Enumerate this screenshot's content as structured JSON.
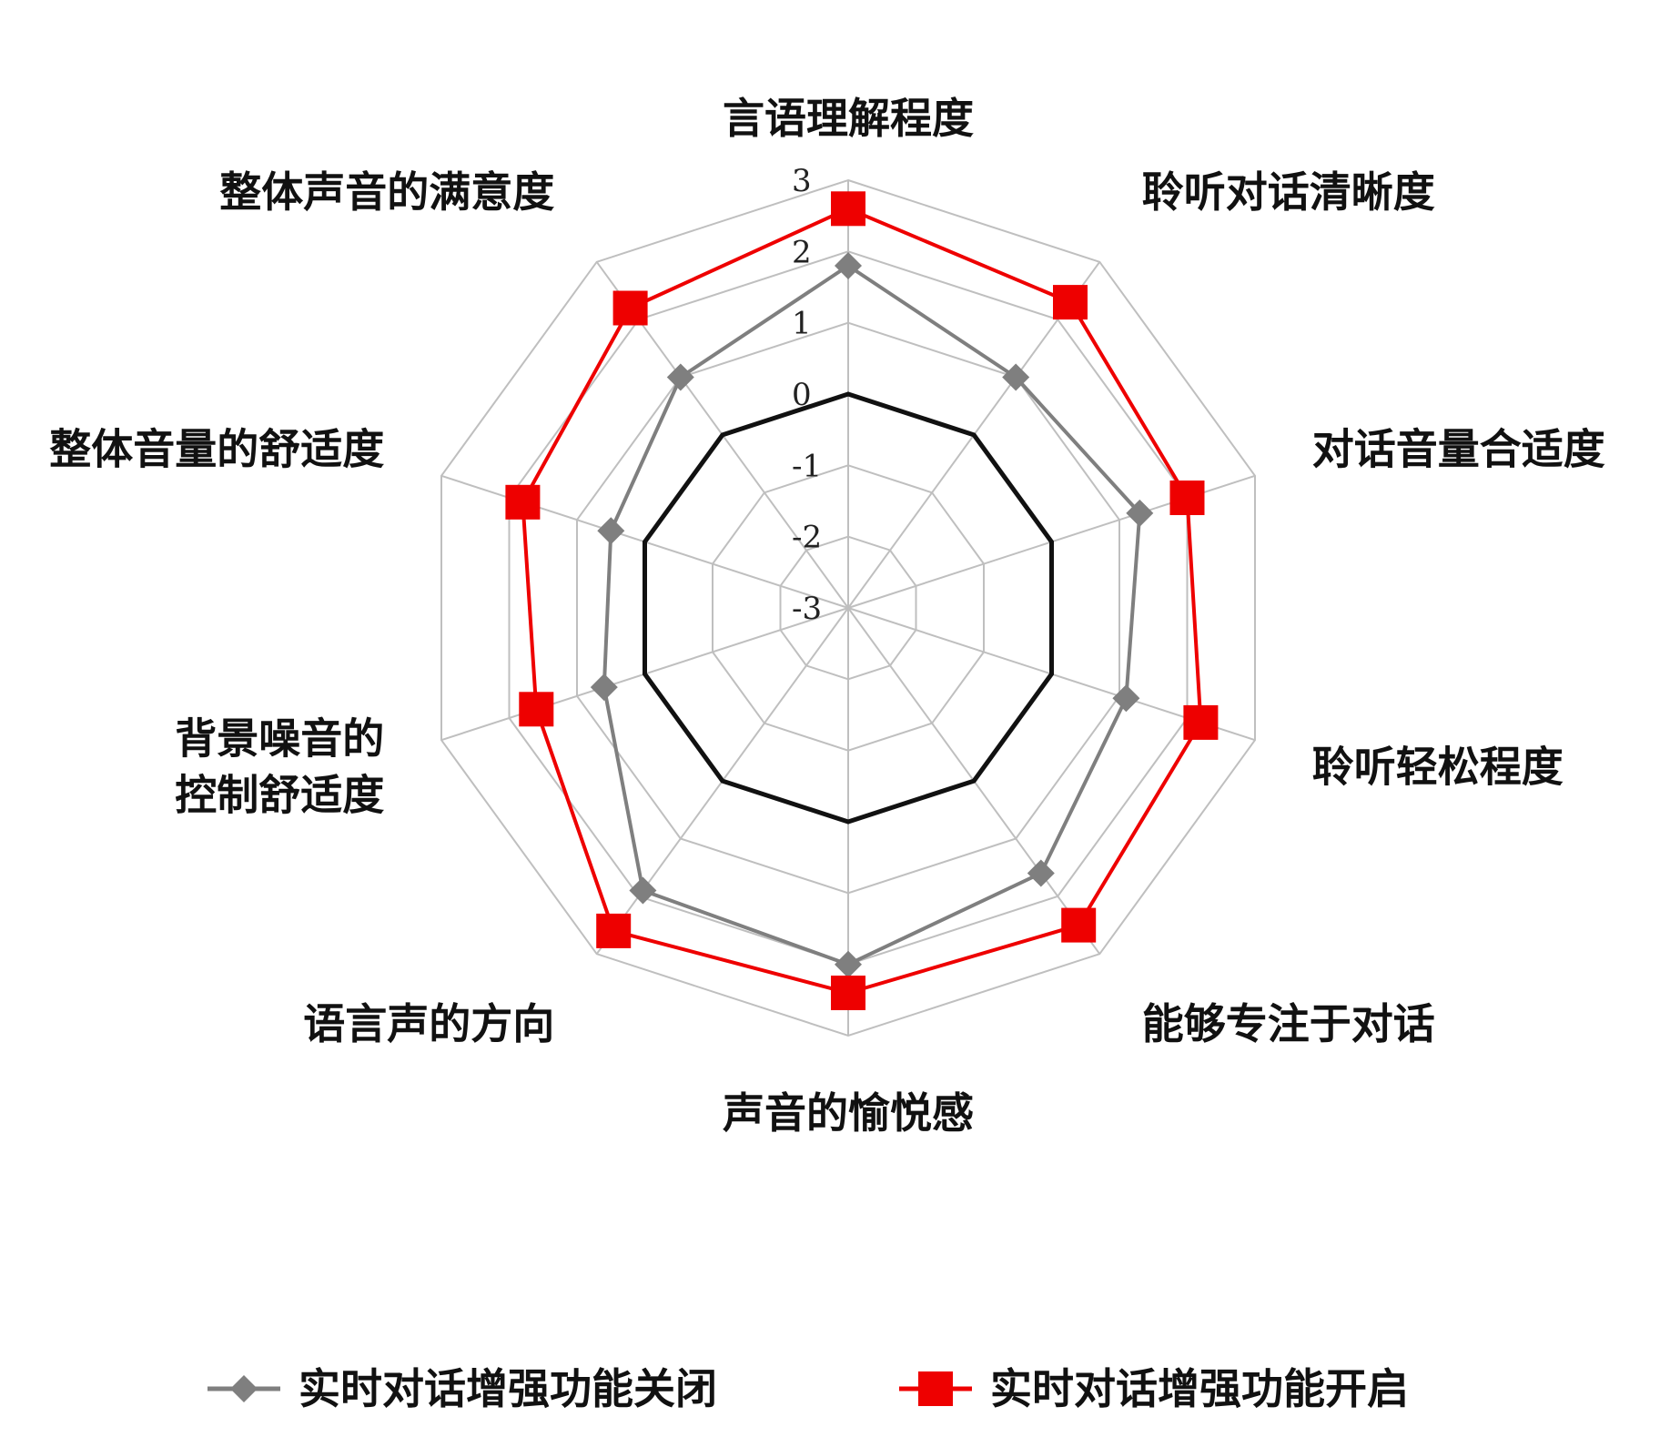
{
  "chart_data": {
    "type": "radar",
    "categories": [
      "言语理解程度",
      "聆听对话清晰度",
      "对话音量合适度",
      "聆听轻松程度",
      "能够专注于对话",
      "声音的愉悦感",
      "语言声的方向",
      "背景噪音的\n控制舒适度",
      "整体音量的舒适度",
      "整体声音的满意度"
    ],
    "rlim": [
      -3,
      3
    ],
    "ticks": [
      3,
      2,
      1,
      0,
      -1,
      -2,
      -3
    ],
    "tick_labels": [
      "3",
      "2",
      "1",
      "0",
      "-1",
      "-2",
      "-3"
    ],
    "grid": true,
    "baseline_value": 0,
    "series": [
      {
        "name": "实时对话增强功能关闭",
        "values": [
          1.8,
          1.0,
          1.3,
          1.1,
          1.6,
          2.0,
          1.9,
          0.6,
          0.5,
          1.0
        ],
        "color": "#7f7f7f",
        "marker": "diamond"
      },
      {
        "name": "实时对话增强功能开启",
        "values": [
          2.6,
          2.3,
          2.0,
          2.2,
          2.5,
          2.4,
          2.6,
          1.6,
          1.8,
          2.2
        ],
        "color": "#ee0000",
        "marker": "square"
      }
    ],
    "legend": {
      "position": "bottom"
    }
  }
}
